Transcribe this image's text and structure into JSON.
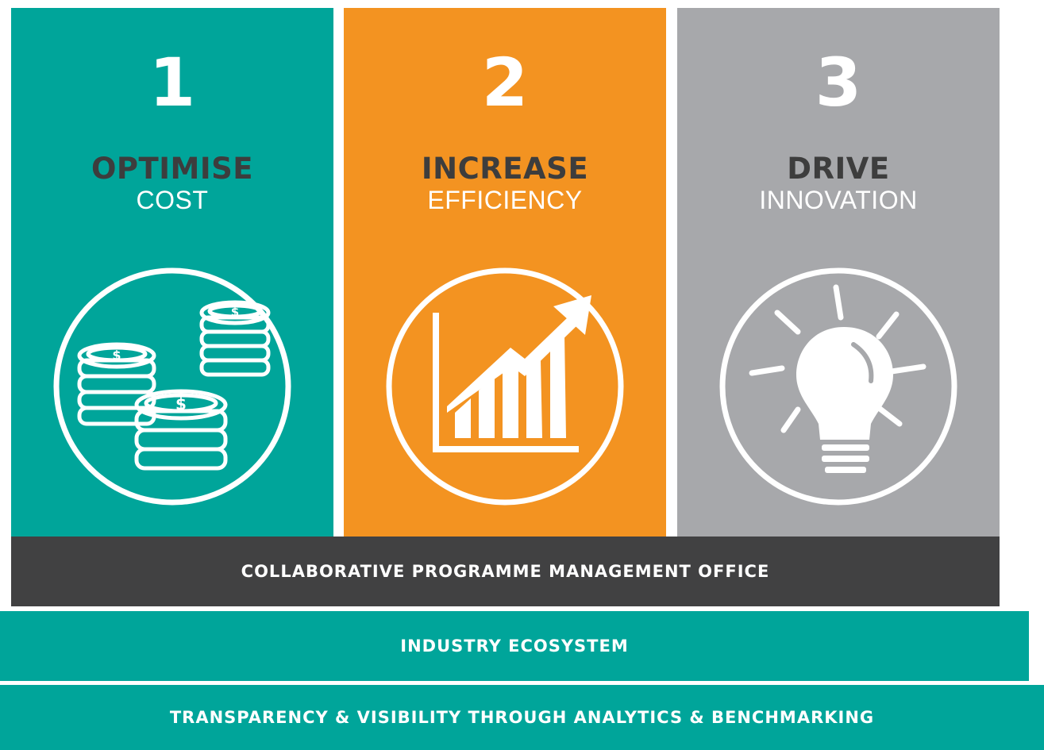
{
  "pillars": [
    {
      "number": "1",
      "heading": "OPTIMISE",
      "subheading": "COST",
      "icon": "coins-icon",
      "color": "#00a59a"
    },
    {
      "number": "2",
      "heading": "INCREASE",
      "subheading": "EFFICIENCY",
      "icon": "growth-chart-icon",
      "color": "#f39321"
    },
    {
      "number": "3",
      "heading": "DRIVE",
      "subheading": "INNOVATION",
      "icon": "lightbulb-icon",
      "color": "#a7a8ab"
    }
  ],
  "foundations": [
    {
      "label": "COLLABORATIVE PROGRAMME MANAGEMENT OFFICE",
      "color": "#414142"
    },
    {
      "label": "INDUSTRY ECOSYSTEM",
      "color": "#00a59a"
    },
    {
      "label": "TRANSPARENCY & VISIBILITY THROUGH ANALYTICS & BENCHMARKING",
      "color": "#00a59a"
    }
  ]
}
